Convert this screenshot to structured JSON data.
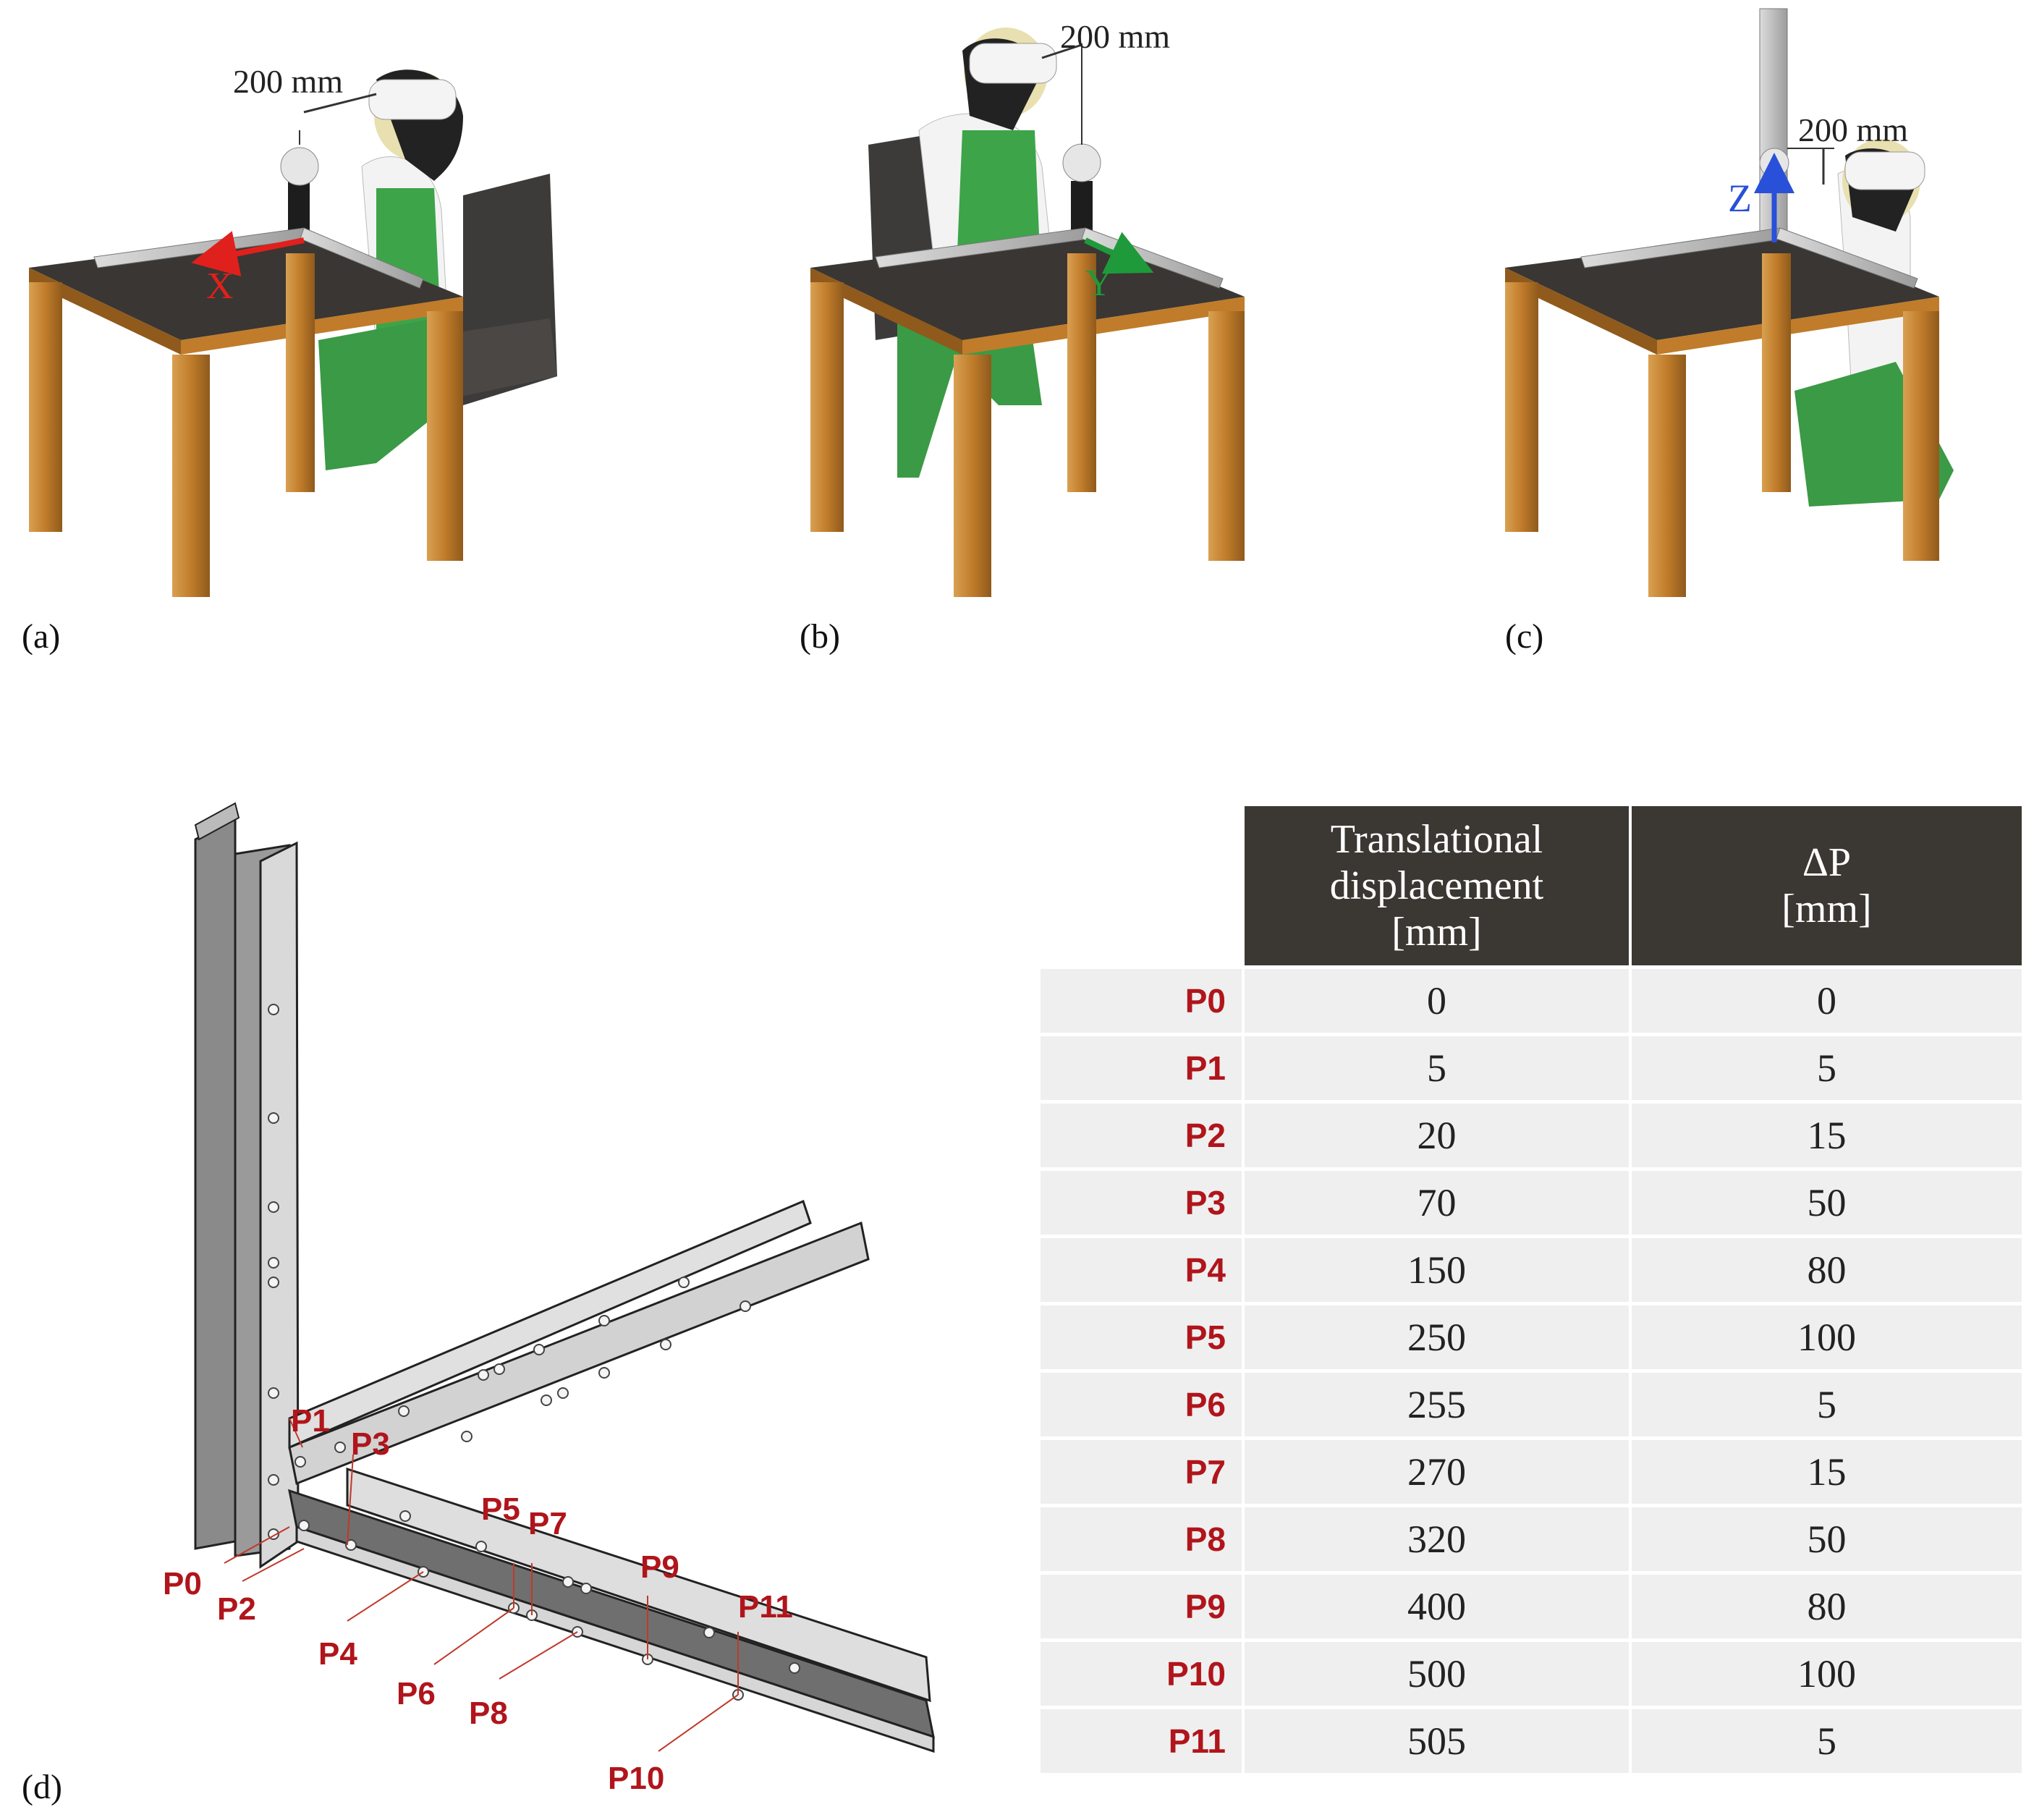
{
  "panels": {
    "a": {
      "tag": "(a)",
      "dimension": "200 mm",
      "axis": "X",
      "axis_color": "#e0201c"
    },
    "b": {
      "tag": "(b)",
      "dimension": "200 mm",
      "axis": "Y",
      "axis_color": "#1f9a3a"
    },
    "c": {
      "tag": "(c)",
      "dimension": "200 mm",
      "axis": "Z",
      "axis_color": "#2950d8"
    },
    "d": {
      "tag": "(d)"
    }
  },
  "rail_labels": [
    "P0",
    "P1",
    "P2",
    "P3",
    "P4",
    "P5",
    "P6",
    "P7",
    "P8",
    "P9",
    "P10",
    "P11"
  ],
  "table": {
    "headers": {
      "col1_lines": [
        "Translational",
        "displacement",
        "[mm]"
      ],
      "col2_lines": [
        "ΔP",
        "[mm]"
      ]
    },
    "rows": [
      {
        "p": "P0",
        "disp": "0",
        "dp": "0"
      },
      {
        "p": "P1",
        "disp": "5",
        "dp": "5"
      },
      {
        "p": "P2",
        "disp": "20",
        "dp": "15"
      },
      {
        "p": "P3",
        "disp": "70",
        "dp": "50"
      },
      {
        "p": "P4",
        "disp": "150",
        "dp": "80"
      },
      {
        "p": "P5",
        "disp": "250",
        "dp": "100"
      },
      {
        "p": "P6",
        "disp": "255",
        "dp": "5"
      },
      {
        "p": "P7",
        "disp": "270",
        "dp": "15"
      },
      {
        "p": "P8",
        "disp": "320",
        "dp": "50"
      },
      {
        "p": "P9",
        "disp": "400",
        "dp": "80"
      },
      {
        "p": "P10",
        "disp": "500",
        "dp": "100"
      },
      {
        "p": "P11",
        "disp": "505",
        "dp": "5"
      }
    ]
  },
  "colors": {
    "table_header": "#3b3833",
    "label_red": "#b0151b",
    "wood": "#c8872f",
    "tabletop": "#3a3633"
  }
}
